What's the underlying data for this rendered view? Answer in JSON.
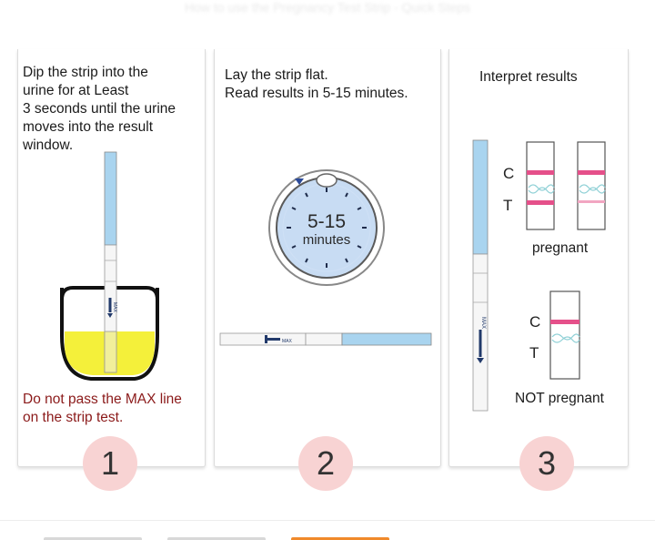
{
  "header_faded_text": "How to use the Pregnancy Test Strip - Quick Steps",
  "steps": [
    {
      "number": "1",
      "instruction_lines": [
        "Dip the strip into the",
        "urine for at Least",
        "3 seconds until the urine",
        "moves into the result",
        "window."
      ],
      "warning_lines": [
        "Do not pass the MAX line",
        "on the strip test."
      ]
    },
    {
      "number": "2",
      "instruction_lines": [
        "Lay the strip flat.",
        "Read results in 5-15 minutes."
      ],
      "timer_value": "5-15",
      "timer_unit": "minutes"
    },
    {
      "number": "3",
      "instruction_lines": [
        "Interpret results"
      ],
      "control_label": "C",
      "test_label": "T",
      "pregnant_label": "pregnant",
      "not_pregnant_label": "NOT pregnant"
    }
  ],
  "strip_text": "MAX",
  "colors": {
    "strip_blue": "#a9d4ef",
    "urine_yellow": "#f4f03a",
    "line_pink": "#e5508a",
    "warning_red": "#8b1a1a",
    "number_circle": "#f8d3d3",
    "bottom_button": "#f08a2b"
  }
}
